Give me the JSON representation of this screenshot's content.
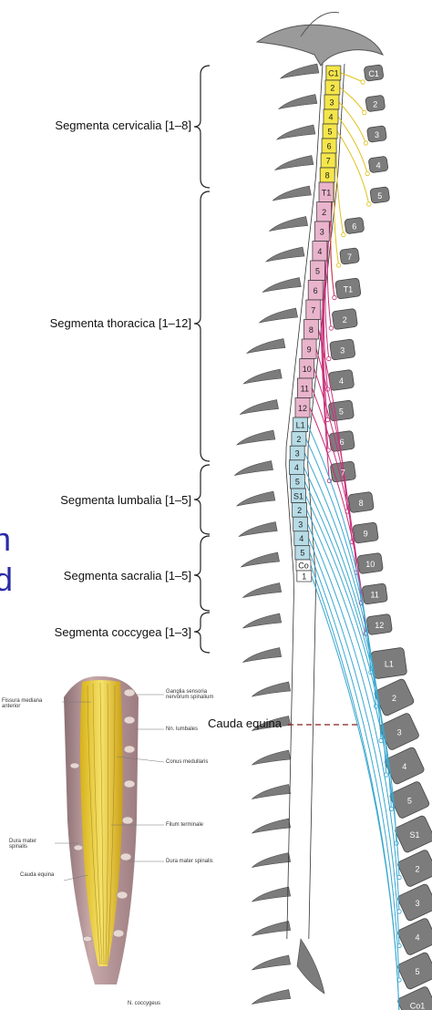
{
  "regions": [
    {
      "label": "Segmenta cervicalia [1–8]",
      "color": "#f4e64a"
    },
    {
      "label": "Segmenta thoracica [1–12]",
      "color": "#e9b4cc"
    },
    {
      "label": "Segmenta lumbalia [1–5]",
      "color": "#b7dce6"
    },
    {
      "label": "Segmenta sacralia [1–5]",
      "color": "#b7dce6"
    },
    {
      "label": "Segmenta coccygea [1–3]",
      "color": "#ffffff"
    }
  ],
  "cord_segments": [
    "C1",
    "2",
    "3",
    "4",
    "5",
    "6",
    "7",
    "8",
    "T1",
    "2",
    "3",
    "4",
    "5",
    "6",
    "7",
    "8",
    "9",
    "10",
    "11",
    "12",
    "L1",
    "2",
    "3",
    "4",
    "5",
    "S1",
    "2",
    "3",
    "4",
    "5",
    "Co",
    "1"
  ],
  "vertebra_labels": [
    "C1",
    "2",
    "3",
    "4",
    "5",
    "6",
    "7",
    "T1",
    "2",
    "3",
    "4",
    "5",
    "6",
    "7",
    "8",
    "9",
    "10",
    "11",
    "12",
    "L1",
    "2",
    "3",
    "4",
    "5",
    "S1",
    "2",
    "3",
    "4",
    "5",
    "Co1"
  ],
  "cauda_label": "Cauda equina",
  "left_fragments": [
    "n",
    "d"
  ],
  "inset_labels": {
    "fissura": "Fissura mediana anterior",
    "ganglia": "Ganglia sensoria nervorum spinalium",
    "lumbales": "Nn. lumbales",
    "conus": "Conus medullaris",
    "filum": "Filum terminale",
    "dura_left": "Dura mater spinalis",
    "cauda": "Cauda equina",
    "dura_right": "Dura mater spinalis",
    "coccygeus": "N. coccygeus"
  },
  "colors": {
    "cervical_nerve": "#e0c21a",
    "thoracic_nerve": "#c8307a",
    "lumbosacral_nerve": "#3aa7cf",
    "vertebra": "#7c7c7c",
    "dura": "#333333"
  }
}
